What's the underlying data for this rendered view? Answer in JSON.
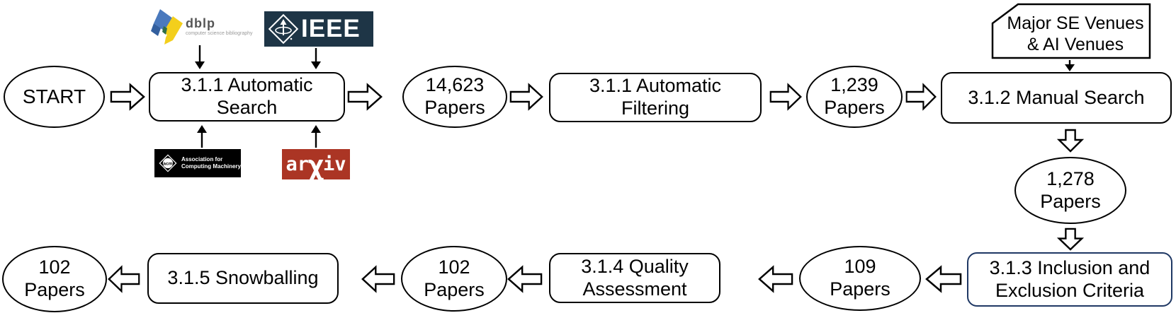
{
  "figure": {
    "type": "flowchart",
    "title_hint": "systematic literature review paper-selection pipeline",
    "nodes": {
      "start": {
        "shape": "ellipse",
        "label": "START"
      },
      "automatic_search": {
        "shape": "rounded-box",
        "line1": "3.1.1 Automatic",
        "line2": "Search"
      },
      "papers_14623": {
        "shape": "ellipse",
        "line1": "14,623",
        "line2": "Papers"
      },
      "automatic_filtering": {
        "shape": "rounded-box",
        "line1": "3.1.1 Automatic",
        "line2": "Filtering"
      },
      "papers_1239": {
        "shape": "ellipse",
        "line1": "1,239",
        "line2": "Papers"
      },
      "manual_search": {
        "shape": "rounded-box",
        "label": "3.1.2 Manual Search"
      },
      "venues_note": {
        "shape": "cut-corner-card",
        "line1": "Major SE Venues",
        "line2": "& AI Venues"
      },
      "papers_1278": {
        "shape": "ellipse",
        "line1": "1,278",
        "line2": "Papers"
      },
      "inclusion_exclusion": {
        "shape": "rounded-box-highlight",
        "line1": "3.1.3 Inclusion and",
        "line2": "Exclusion Criteria"
      },
      "papers_109": {
        "shape": "ellipse",
        "line1": "109",
        "line2": "Papers"
      },
      "quality_assessment": {
        "shape": "rounded-box",
        "line1": "3.1.4 Quality",
        "line2": "Assessment"
      },
      "papers_102_after_qa": {
        "shape": "ellipse",
        "line1": "102",
        "line2": "Papers"
      },
      "snowballing": {
        "shape": "rounded-box",
        "label": "3.1.5 Snowballing"
      },
      "papers_102_final": {
        "shape": "ellipse",
        "line1": "102",
        "line2": "Papers"
      }
    },
    "logos": {
      "dblp": {
        "name": "dblp",
        "tagline": "computer science bibliography",
        "blue": "#4a79bd",
        "dark_blue": "#335f9e",
        "yellow": "#f3cf1c"
      },
      "ieee": {
        "name": "IEEE",
        "bg": "#1e3546"
      },
      "acm": {
        "monogram": "acm",
        "line1": "Association for",
        "line2": "Computing Machinery",
        "bg": "#000000"
      },
      "arxiv": {
        "prefix": "ar",
        "chi": "χ",
        "suffix": "iv",
        "bg": "#ab3524"
      }
    },
    "colors": {
      "node_border": "#000000",
      "node_fill": "#ffffff",
      "highlight_border": "#1f3864"
    }
  }
}
